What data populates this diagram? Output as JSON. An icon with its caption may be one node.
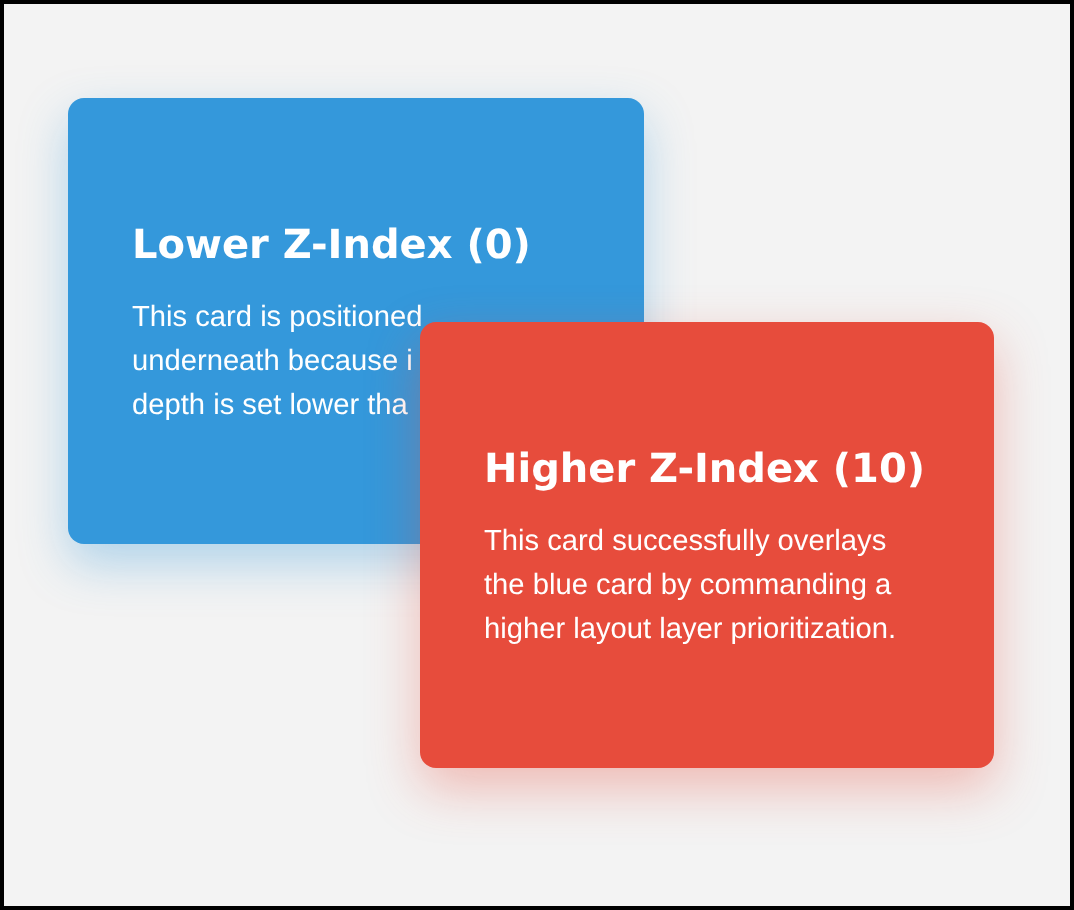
{
  "diagram": {
    "nodes": [
      {
        "text": [
          "Lower Z-Index (0)",
          "This card is positioned underneath because i depth is set lower tha"
        ]
      },
      {
        "text": [
          "Higher Z-Index (10)",
          "This card successfully overlays the blue card by commanding a higher layout layer prioritization."
        ]
      }
    ]
  }
}
